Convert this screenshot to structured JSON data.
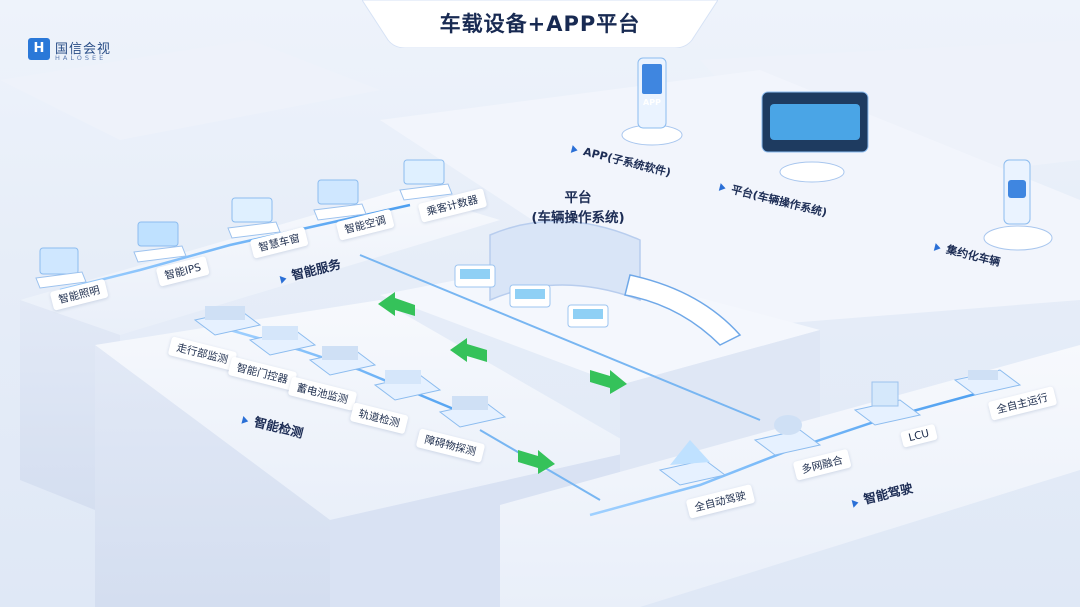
{
  "title": "车载设备+APP平台",
  "logo": {
    "name": "国信会视",
    "subtitle": "HALOSEE",
    "mark": "H"
  },
  "platform": {
    "line1": "平台",
    "line2": "(车辆操作系统)"
  },
  "app_icon_text": "APP",
  "categories": {
    "service": "智能服务",
    "detect": "智能检测",
    "drive": "智能驾驶"
  },
  "service_items": [
    "智能照明",
    "智能IPS",
    "智慧车窗",
    "智能空调",
    "乘客计数器"
  ],
  "detect_items": [
    "走行部监测",
    "智能门控器",
    "蓄电池监测",
    "轨道检测",
    "障碍物探测"
  ],
  "drive_items": [
    "全自动驾驶",
    "多网融合",
    "LCU",
    "全自主运行"
  ],
  "app_items": [
    "APP(子系统软件)",
    "平台(车辆操作系统)",
    "集约化车辆"
  ],
  "colors": {
    "accent": "#2a78d8",
    "arrow": "#35c25a",
    "title": "#182a52",
    "flow": "#5aa8f0"
  }
}
